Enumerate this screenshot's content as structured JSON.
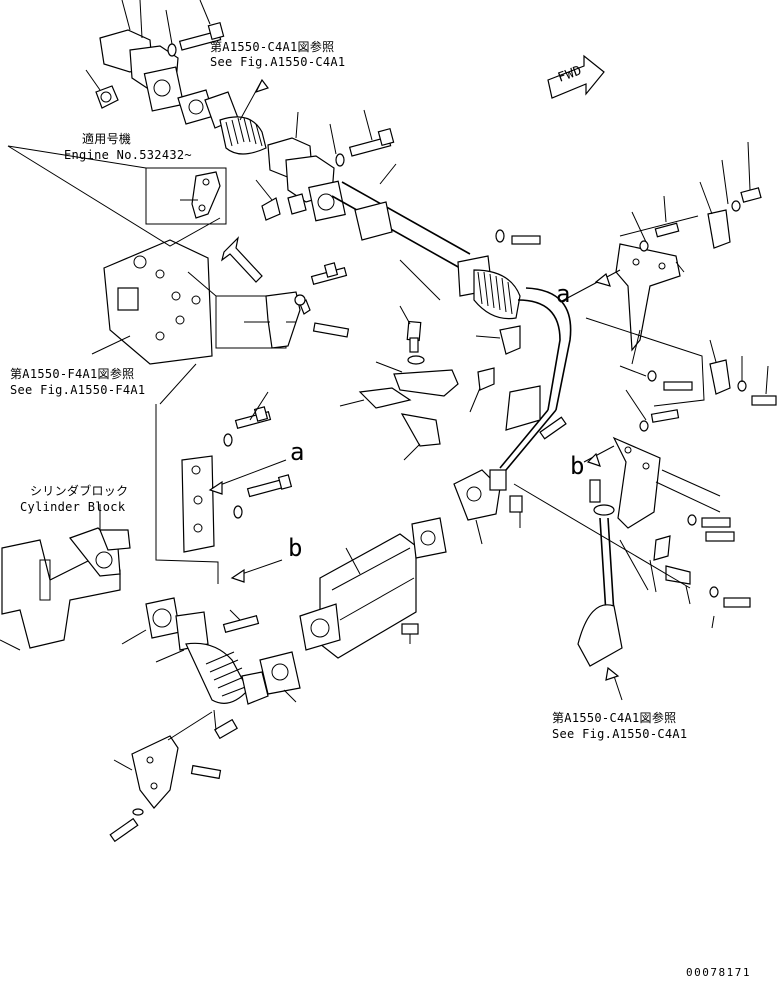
{
  "diagram": {
    "refs": [
      {
        "ja": "第A1550-C4A1図参照",
        "en": "See Fig.A1550-C4A1"
      },
      {
        "ja": "適用号機",
        "en": "Engine No.532432~"
      },
      {
        "ja": "第A1550-F4A1図参照",
        "en": "See Fig.A1550-F4A1"
      },
      {
        "ja": "シリンダブロック",
        "en": "Cylinder Block"
      },
      {
        "ja": "第A1550-C4A1図参照",
        "en": "See Fig.A1550-C4A1"
      }
    ],
    "callouts": {
      "a1": "a",
      "a2": "a",
      "b1": "b",
      "b2": "b"
    },
    "fwd": "FWD",
    "drawing_number": "00078171"
  }
}
